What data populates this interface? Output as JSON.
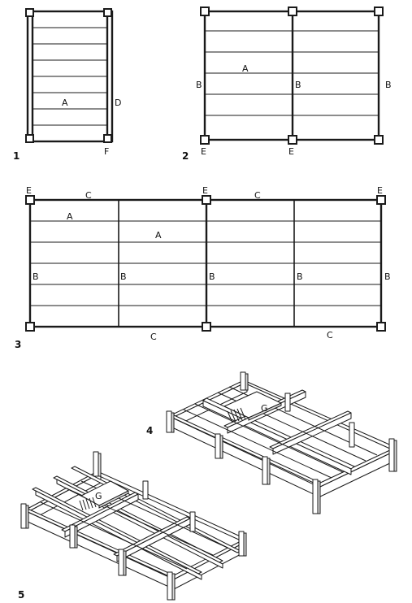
{
  "figures": [
    {
      "number": "1",
      "labels": {
        "deck": "A",
        "joist": "D",
        "post": "F"
      }
    },
    {
      "number": "2",
      "labels": {
        "deck": "A",
        "beam": "B",
        "post": "E"
      }
    },
    {
      "number": "3",
      "labels": {
        "deck": "A",
        "beam": "B",
        "rim": "C",
        "post": "E"
      }
    },
    {
      "number": "4",
      "labels": {
        "panel": "G"
      }
    },
    {
      "number": "5",
      "labels": {
        "panel": "G"
      }
    }
  ]
}
